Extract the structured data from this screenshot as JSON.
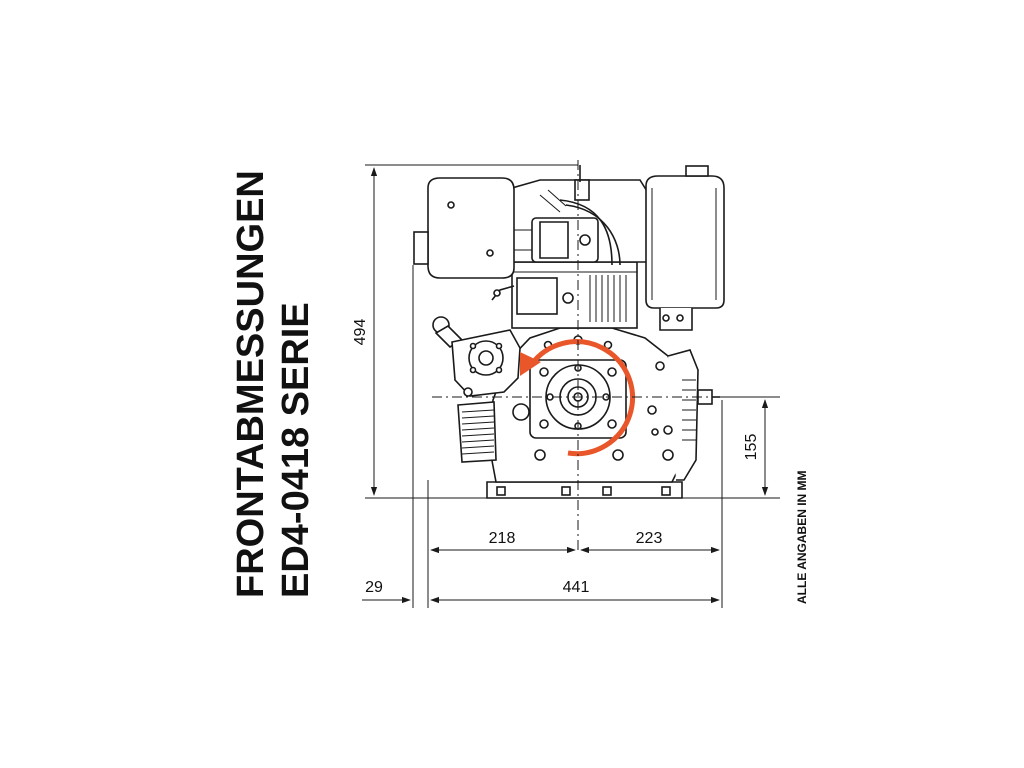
{
  "title": {
    "line1": "FRONTABMESSUNGEN",
    "line2": "ED4-0418 SERIE"
  },
  "dimensions": {
    "height": "494",
    "shaft_height": "155",
    "left_width": "218",
    "right_width": "223",
    "total_width": "441",
    "offset": "29"
  },
  "note": "ALLE ANGABEN IN MM",
  "colors": {
    "rotation_arrow": "#e8562a",
    "lines": "#1a1a1a"
  },
  "icons": {
    "rotation": "rotation-direction-arrow-icon",
    "engine": "engine-front-view-drawing"
  }
}
